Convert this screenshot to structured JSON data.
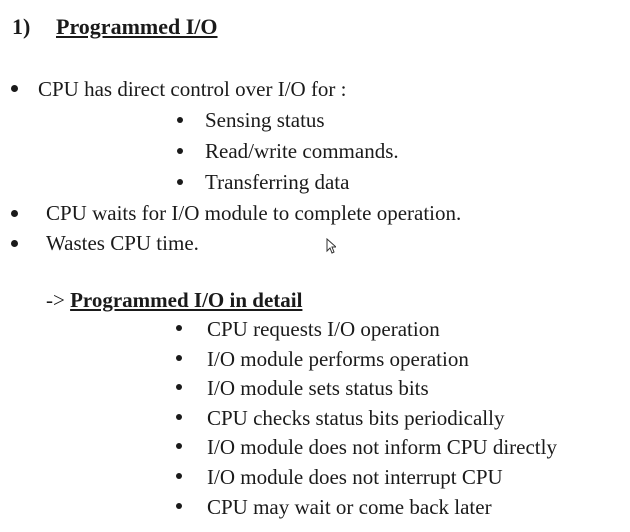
{
  "heading": {
    "number": "1)",
    "title": "Programmed I/O"
  },
  "main_bullets": [
    "CPU  has direct control over I/O for :",
    "CPU waits for  I/O module to complete operation.",
    "Wastes CPU time."
  ],
  "sub_bullets": [
    "Sensing status",
    "Read/write commands.",
    "Transferring data"
  ],
  "detail": {
    "arrow": "->",
    "title": "Programmed  I/O in  detail",
    "items": [
      "CPU requests I/O operation",
      "I/O module performs operation",
      "I/O module sets status bits",
      "CPU checks status bits periodically",
      "I/O module does not inform CPU directly",
      "I/O module does not interrupt CPU",
      "CPU may wait or come back later"
    ]
  },
  "icons": {
    "bullet": "bullet-dot",
    "cursor": "mouse-cursor"
  }
}
